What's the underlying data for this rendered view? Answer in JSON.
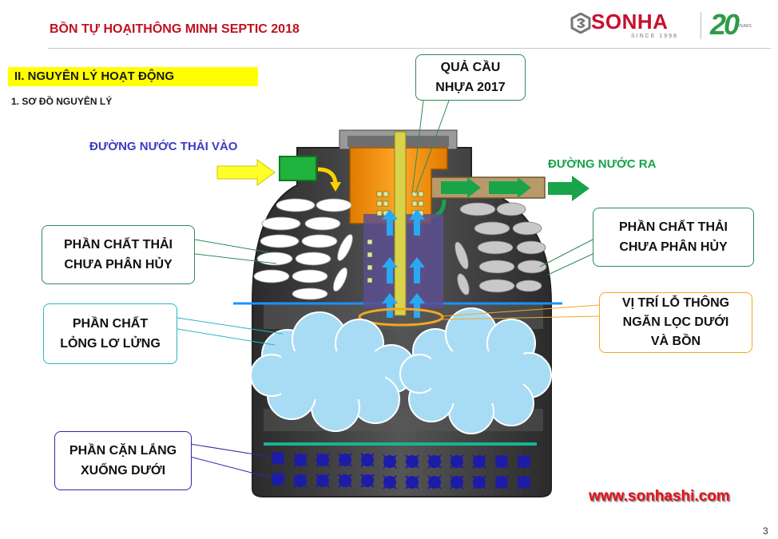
{
  "header": {
    "title": "BỒN TỰ HOẠITHÔNG MINH SEPTIC 2018",
    "brand": "SONHA",
    "since": "SINCE 1998",
    "anniversary": "20",
    "anniversary_sub": "YEARS"
  },
  "section": {
    "heading": "II. NGUYÊN LÝ HOẠT ĐỘNG",
    "subheading": "1.  SƠ ĐỒ NGUYÊN LÝ"
  },
  "diagram": {
    "inlet_label": "ĐƯỜNG NƯỚC THẢI VÀO",
    "outlet_label": "ĐƯỜNG NƯỚC RA",
    "callouts": {
      "float_ball": [
        "QUẢ CẦU",
        "NHỰA 2017"
      ],
      "undecomposed_left": [
        "PHẦN CHẤT THẢI",
        "CHƯA PHÂN HỦY"
      ],
      "undecomposed_right": [
        "PHẦN CHẤT THẢI",
        "CHƯA PHÂN HỦY"
      ],
      "suspended": [
        "PHẦN CHẤT",
        "LỎNG LƠ LỬNG"
      ],
      "filter_hole": [
        "VỊ TRÍ LỖ THÔNG",
        "NGĂN LỌC DƯỚI",
        "VÀ BỒN"
      ],
      "sediment": [
        "PHẦN CẶN LẮNG",
        "XUỐNG DƯỚI"
      ]
    },
    "colors": {
      "tank": "#3f3f3f",
      "inner_column": "#f39c12",
      "water_line": "#1e90ff",
      "sediment_line": "#19b394",
      "cloud": "#a8dcf5",
      "sediment": "#1c1ca8"
    }
  },
  "footer": {
    "website": "www.sonhashi.com",
    "page_number": "3"
  }
}
